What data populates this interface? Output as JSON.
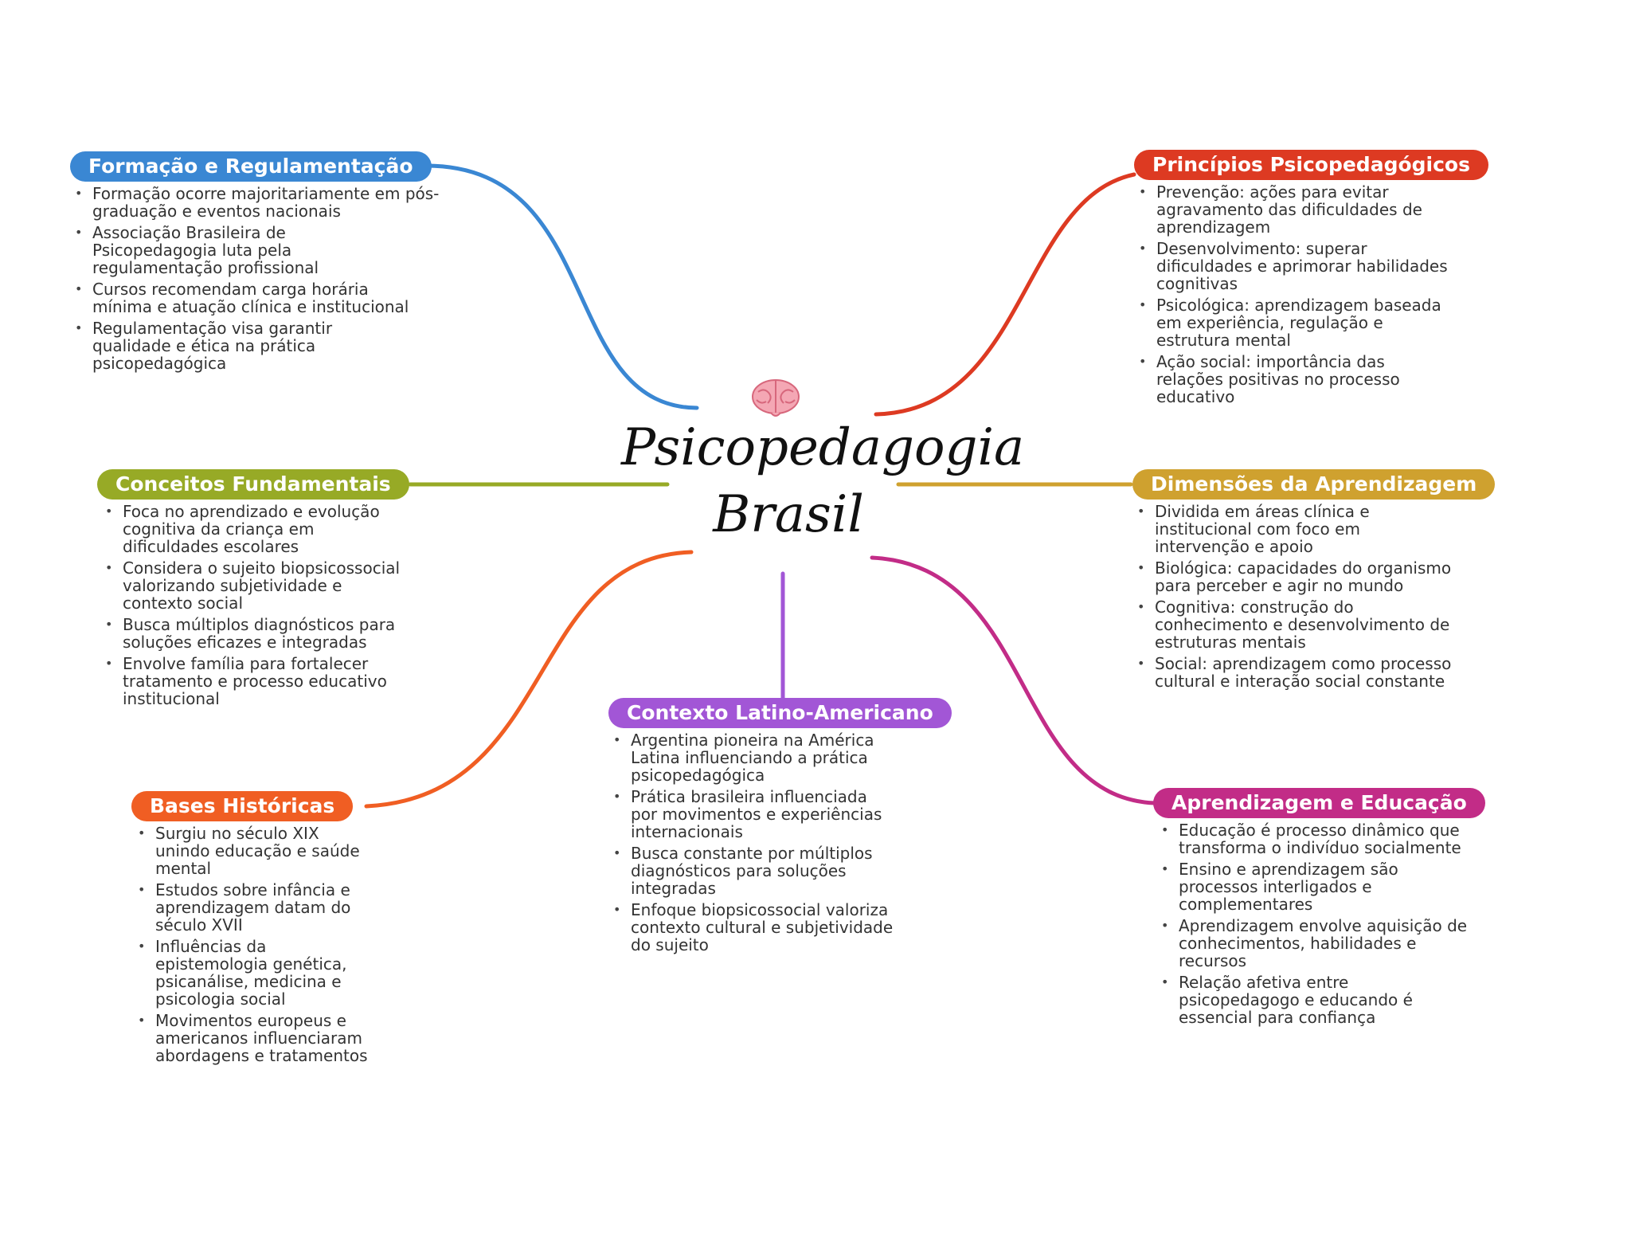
{
  "center": {
    "title_line1": "Psicopedagogia",
    "title_line2": "Brasil",
    "icon": "brain-icon"
  },
  "colors": {
    "formacao": "#3a87d3",
    "principios": "#dd3a22",
    "conceitos": "#97aa26",
    "dimensoes": "#cfa12f",
    "bases": "#f05e23",
    "contexto": "#a256d6",
    "aprendizagem": "#c22c87"
  },
  "branches": {
    "formacao": {
      "title": "Formação e Regulamentação",
      "items": [
        "Formação ocorre majoritariamente em pós-graduação e eventos nacionais",
        "Associação Brasileira de Psicopedagogia luta pela regulamentação profissional",
        "Cursos recomendam carga horária mínima e atuação clínica e institucional",
        "Regulamentação visa garantir qualidade e ética na prática psicopedagógica"
      ]
    },
    "principios": {
      "title": "Princípios Psicopedagógicos",
      "items": [
        "Prevenção: ações para evitar agravamento das dificuldades de aprendizagem",
        "Desenvolvimento: superar dificuldades e aprimorar habilidades cognitivas",
        "Psicológica: aprendizagem baseada em experiência, regulação e estrutura mental",
        "Ação social: importância das relações positivas no processo educativo"
      ]
    },
    "conceitos": {
      "title": "Conceitos Fundamentais",
      "items": [
        "Foca no aprendizado e evolução cognitiva da criança em dificuldades escolares",
        "Considera o sujeito biopsicossocial valorizando subjetividade e contexto social",
        "Busca múltiplos diagnósticos para soluções eficazes e integradas",
        "Envolve família para fortalecer tratamento e processo educativo institucional"
      ]
    },
    "dimensoes": {
      "title": "Dimensões da Aprendizagem",
      "items": [
        "Dividida em áreas clínica e institucional com foco em intervenção e apoio",
        "Biológica: capacidades do organismo para perceber e agir no mundo",
        "Cognitiva: construção do conhecimento e desenvolvimento de estruturas mentais",
        "Social: aprendizagem como processo cultural e interação social constante"
      ]
    },
    "bases": {
      "title": "Bases Históricas",
      "items": [
        "Surgiu no século XIX unindo educação e saúde mental",
        "Estudos sobre infância e aprendizagem datam do século XVII",
        "Influências da epistemologia genética, psicanálise, medicina e psicologia social",
        "Movimentos europeus e americanos influenciaram abordagens e tratamentos"
      ]
    },
    "contexto": {
      "title": "Contexto Latino-Americano",
      "items": [
        "Argentina pioneira na América Latina influenciando a prática psicopedagógica",
        "Prática brasileira influenciada por movimentos e experiências internacionais",
        "Busca constante por múltiplos diagnósticos para soluções integradas",
        "Enfoque biopsicossocial valoriza contexto cultural e subjetividade do sujeito"
      ]
    },
    "aprendizagem": {
      "title": "Aprendizagem e Educação",
      "items": [
        "Educação é processo dinâmico que transforma o indivíduo socialmente",
        "Ensino e aprendizagem são processos interligados e complementares",
        "Aprendizagem envolve aquisição de conhecimentos, habilidades e recursos",
        "Relação afetiva entre psicopedagogo e educando é essencial para confiança"
      ]
    }
  }
}
